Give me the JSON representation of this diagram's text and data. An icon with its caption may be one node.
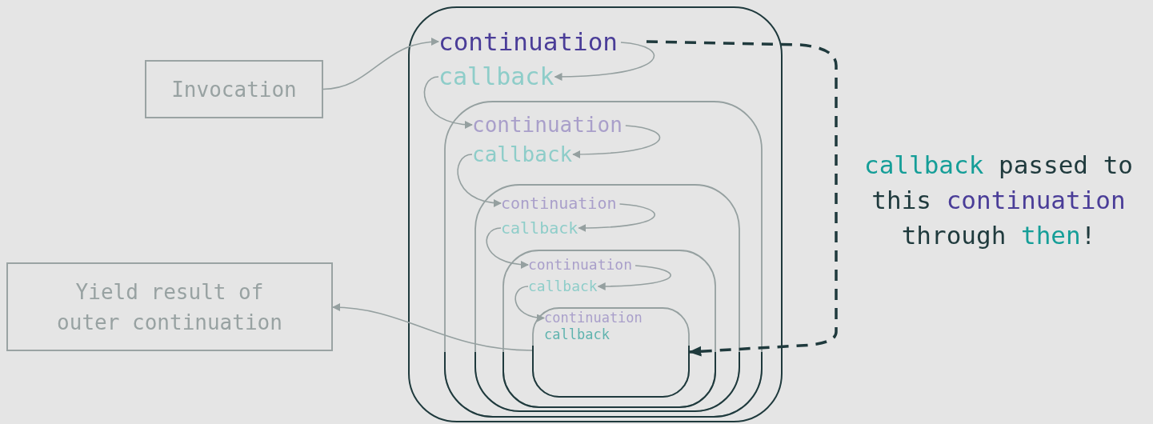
{
  "diagram": {
    "nodes": [
      {
        "text": [
          "Invocation"
        ]
      },
      {
        "text": [
          "Yield result of outer continuation"
        ]
      },
      {
        "text": [],
        "shape": "box"
      },
      {
        "text": [
          "continuation"
        ],
        "in": 2
      },
      {
        "text": [
          "callback"
        ],
        "in": 2
      },
      {
        "text": [],
        "shape": "box",
        "in": 2
      },
      {
        "text": [
          "continuation"
        ],
        "in": 5
      },
      {
        "text": [
          "callback"
        ],
        "in": 5
      },
      {
        "text": [],
        "shape": "box",
        "in": 5
      },
      {
        "text": [
          "continuation"
        ],
        "in": 8
      },
      {
        "text": [
          "callback"
        ],
        "in": 8
      },
      {
        "text": [],
        "shape": "box",
        "in": 8
      },
      {
        "text": [
          "continuation"
        ],
        "in": 11
      },
      {
        "text": [
          "callback"
        ],
        "in": 11
      },
      {
        "text": [],
        "shape": "box",
        "in": 11
      },
      {
        "text": [
          "continuation"
        ],
        "in": 14
      },
      {
        "text": [
          "callback"
        ],
        "in": 14
      }
    ],
    "edges": [
      {
        "from": 0,
        "to": 3,
        "arrow": "to"
      },
      {
        "from": 3,
        "to": 4,
        "arrow": "to"
      },
      {
        "from": 4,
        "to": 6,
        "arrow": "to"
      },
      {
        "from": 6,
        "to": 7,
        "arrow": "to"
      },
      {
        "from": 7,
        "to": 9,
        "arrow": "to"
      },
      {
        "from": 9,
        "to": 10,
        "arrow": "to"
      },
      {
        "from": 10,
        "to": 12,
        "arrow": "to"
      },
      {
        "from": 12,
        "to": 13,
        "arrow": "to"
      },
      {
        "from": 13,
        "to": 15,
        "arrow": "to"
      },
      {
        "from": 14,
        "to": 1,
        "arrow": "to"
      },
      {
        "from": 3,
        "to": 14,
        "arrow": "to",
        "style": "dashed",
        "color": "#1f3a3d",
        "label": "**callback** passed to this *continuation* through **then**!"
      }
    ]
  }
}
